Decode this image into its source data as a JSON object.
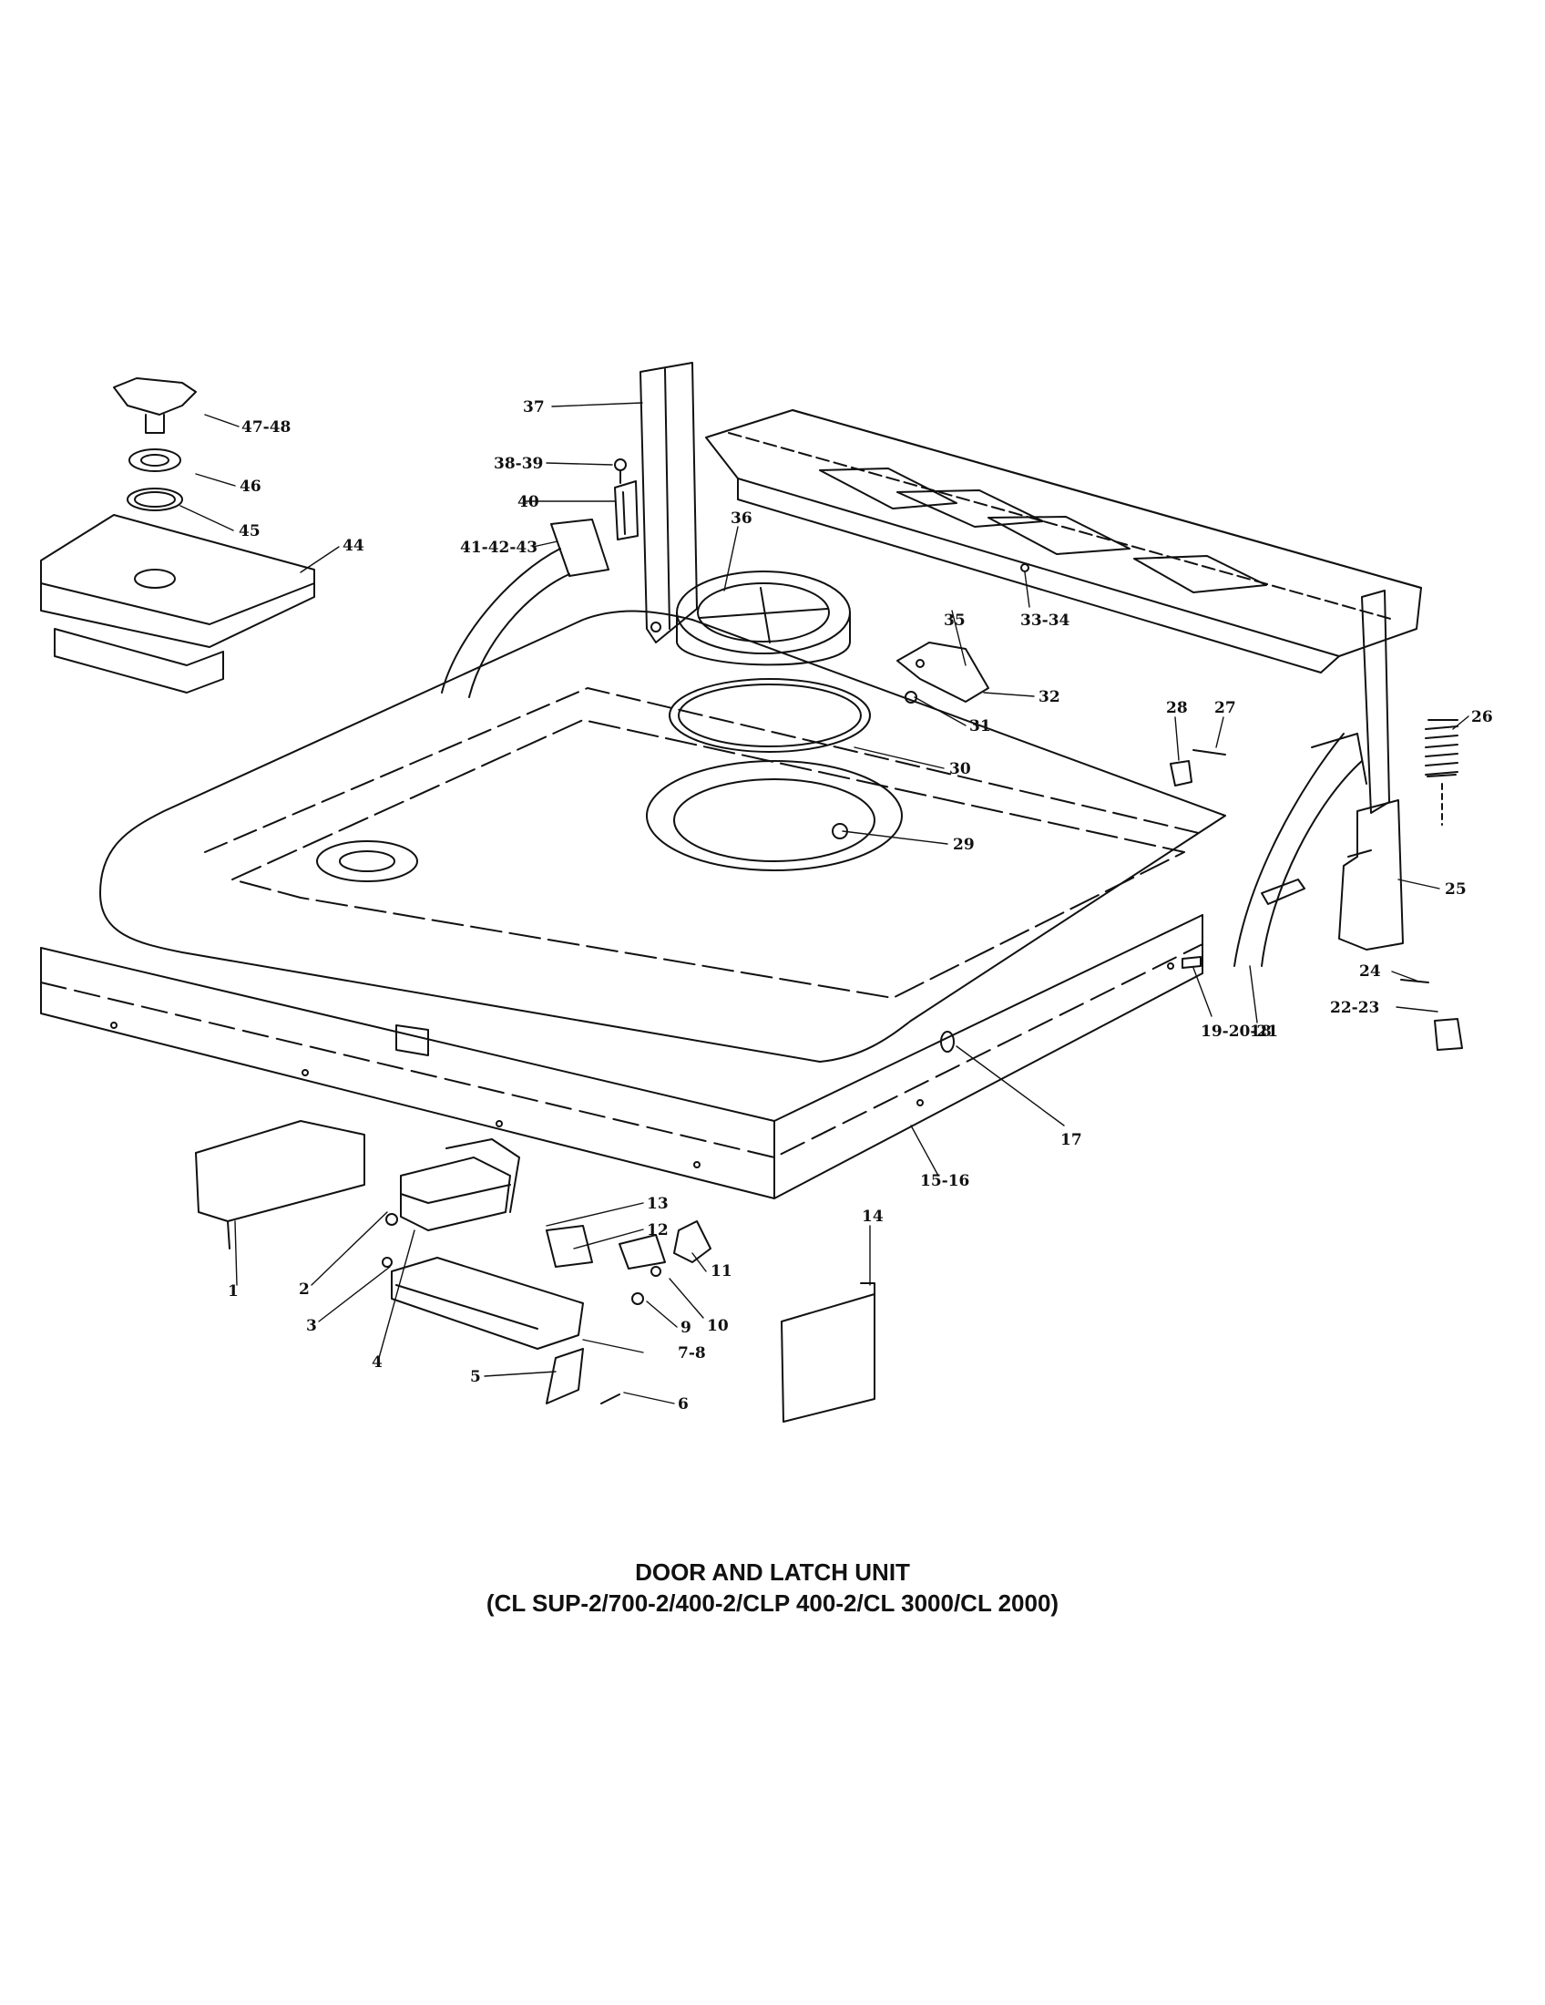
{
  "diagram": {
    "title": "DOOR AND LATCH UNIT",
    "subtitle": "(CL SUP-2/700-2/400-2/CLP 400-2/CL 3000/CL 2000)",
    "callouts": [
      {
        "id": "1",
        "text": "1"
      },
      {
        "id": "2",
        "text": "2"
      },
      {
        "id": "3",
        "text": "3"
      },
      {
        "id": "4",
        "text": "4"
      },
      {
        "id": "5",
        "text": "5"
      },
      {
        "id": "6",
        "text": "6"
      },
      {
        "id": "7-8",
        "text": "7-8"
      },
      {
        "id": "9",
        "text": "9"
      },
      {
        "id": "10",
        "text": "10"
      },
      {
        "id": "11",
        "text": "11"
      },
      {
        "id": "12",
        "text": "12"
      },
      {
        "id": "13",
        "text": "13"
      },
      {
        "id": "14",
        "text": "14"
      },
      {
        "id": "15-16",
        "text": "15-16"
      },
      {
        "id": "17",
        "text": "17"
      },
      {
        "id": "18",
        "text": "18"
      },
      {
        "id": "19-20-21",
        "text": "19-20-21"
      },
      {
        "id": "22-23",
        "text": "22-23"
      },
      {
        "id": "24",
        "text": "24"
      },
      {
        "id": "25",
        "text": "25"
      },
      {
        "id": "26",
        "text": "26"
      },
      {
        "id": "27",
        "text": "27"
      },
      {
        "id": "28",
        "text": "28"
      },
      {
        "id": "29",
        "text": "29"
      },
      {
        "id": "30",
        "text": "30"
      },
      {
        "id": "31",
        "text": "31"
      },
      {
        "id": "32",
        "text": "32"
      },
      {
        "id": "33-34",
        "text": "33-34"
      },
      {
        "id": "35",
        "text": "35"
      },
      {
        "id": "36",
        "text": "36"
      },
      {
        "id": "37",
        "text": "37"
      },
      {
        "id": "38-39",
        "text": "38-39"
      },
      {
        "id": "40",
        "text": "40"
      },
      {
        "id": "41-42-43",
        "text": "41-42-43"
      },
      {
        "id": "44",
        "text": "44"
      },
      {
        "id": "45",
        "text": "45"
      },
      {
        "id": "46",
        "text": "46"
      },
      {
        "id": "47-48",
        "text": "47-48"
      }
    ]
  }
}
